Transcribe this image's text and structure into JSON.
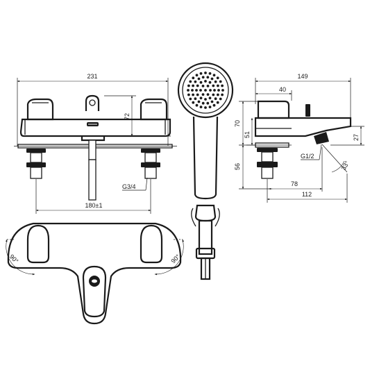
{
  "dimensions": {
    "front_width": "231",
    "front_height": "72",
    "centres": "180±1",
    "thread_inlet": "G3/4",
    "side_width": "149",
    "side_spout": "40",
    "side_height_top": "70",
    "side_height_mid": "51",
    "side_height_tail": "56",
    "side_outlet_height": "27",
    "thread_outlet": "G1/2",
    "outlet_angle": "33°",
    "side_depth_78": "78",
    "side_depth_112": "112",
    "rotation_left": "90°",
    "rotation_right": "90°"
  },
  "colors": {
    "line": "#1a1a1a",
    "background": "#ffffff"
  }
}
